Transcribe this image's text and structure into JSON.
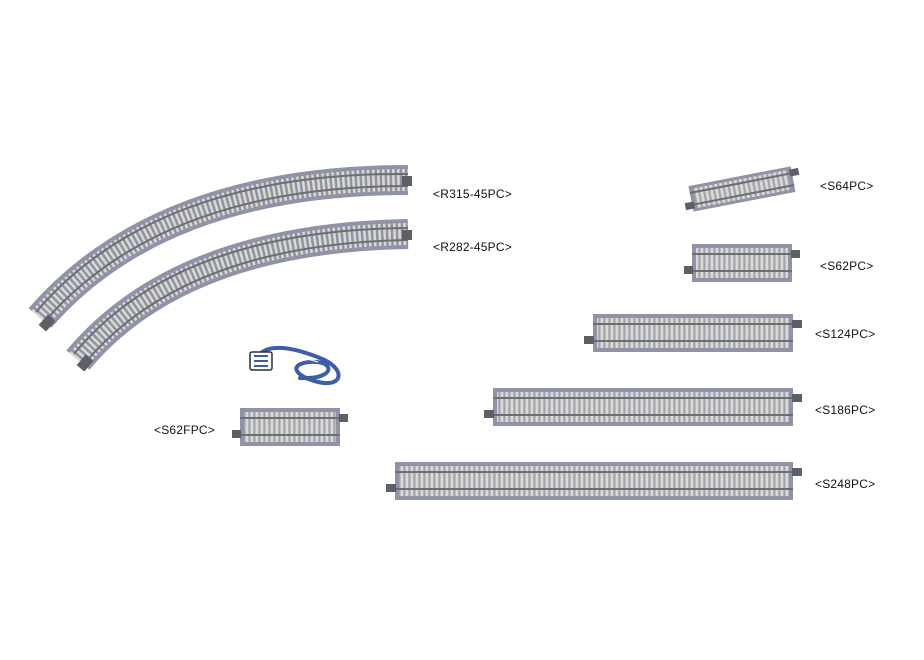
{
  "pieces": [
    {
      "id": "r315",
      "label": "<R315-45PC>",
      "kind": "curve"
    },
    {
      "id": "r282",
      "label": "<R282-45PC>",
      "kind": "curve"
    },
    {
      "id": "s64",
      "label": "<S64PC>",
      "kind": "straight"
    },
    {
      "id": "s62",
      "label": "<S62PC>",
      "kind": "straight"
    },
    {
      "id": "s124",
      "label": "<S124PC>",
      "kind": "straight"
    },
    {
      "id": "s186",
      "label": "<S186PC>",
      "kind": "straight"
    },
    {
      "id": "s248",
      "label": "<S248PC>",
      "kind": "straight"
    },
    {
      "id": "s62f",
      "label": "<S62FPC>",
      "kind": "straight-feeder"
    }
  ],
  "colors": {
    "ballast": "#8e93a8",
    "ballast_light": "#b3b7c6",
    "tie": "#d9d6cc",
    "rail": "#6b6f72",
    "joiner": "#5c5f66",
    "wire": "#3e5da8"
  },
  "icons": [
    "feeder-wire-icon"
  ]
}
